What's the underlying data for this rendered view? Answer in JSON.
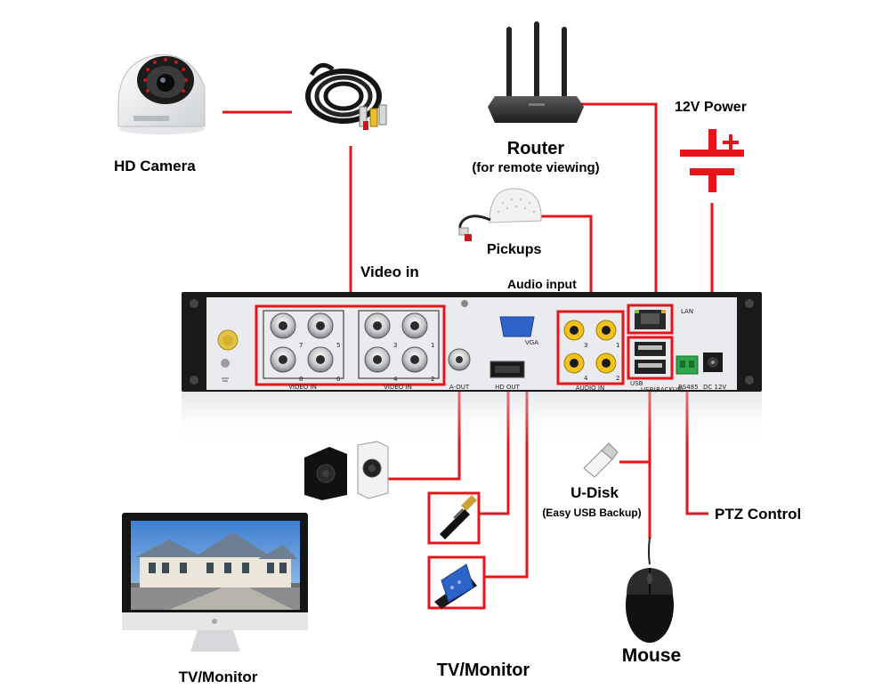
{
  "labels": {
    "hd_camera": "HD Camera",
    "router": "Router",
    "router_note": "(for remote viewing)",
    "power": "12V Power",
    "pickups": "Pickups",
    "video_in": "Video in",
    "audio_input": "Audio input",
    "u_disk": "U-Disk",
    "u_disk_note": "(Easy USB Backup)",
    "ptz": "PTZ Control",
    "tv_left": "TV/Monitor",
    "tv_center": "TV/Monitor",
    "mouse": "Mouse"
  },
  "panel": {
    "video_in_left": "VIDEO IN",
    "video_in_right": "VIDEO IN",
    "a_out": "A-OUT",
    "hd_out": "HD OUT",
    "vga": "VGA",
    "audio_in": "AUDIO IN",
    "lan": "LAN",
    "usb_left": "USB",
    "usb_right": "USB(BACKUP)",
    "rs485": "RS485",
    "dc12v": "DC 12V",
    "ports_left_top": [
      "7",
      "5"
    ],
    "ports_left_bottom": [
      "8",
      "6"
    ],
    "ports_right_top": [
      "3",
      "1"
    ],
    "ports_right_bottom": [
      "4",
      "2"
    ],
    "audio_top": [
      "3",
      "1"
    ],
    "audio_bottom": [
      "4",
      "2"
    ]
  },
  "colors": {
    "wire": "#e8141b",
    "panel": "#e9ebee",
    "chassis": "#1a1a1a"
  },
  "icons": [
    "dome-camera-icon",
    "bnc-cable-icon",
    "router-icon",
    "power-symbol-icon",
    "microphone-icon",
    "speakers-icon",
    "hdmi-plug-icon",
    "vga-plug-icon",
    "usb-drive-icon",
    "mouse-icon",
    "monitor-icon"
  ]
}
